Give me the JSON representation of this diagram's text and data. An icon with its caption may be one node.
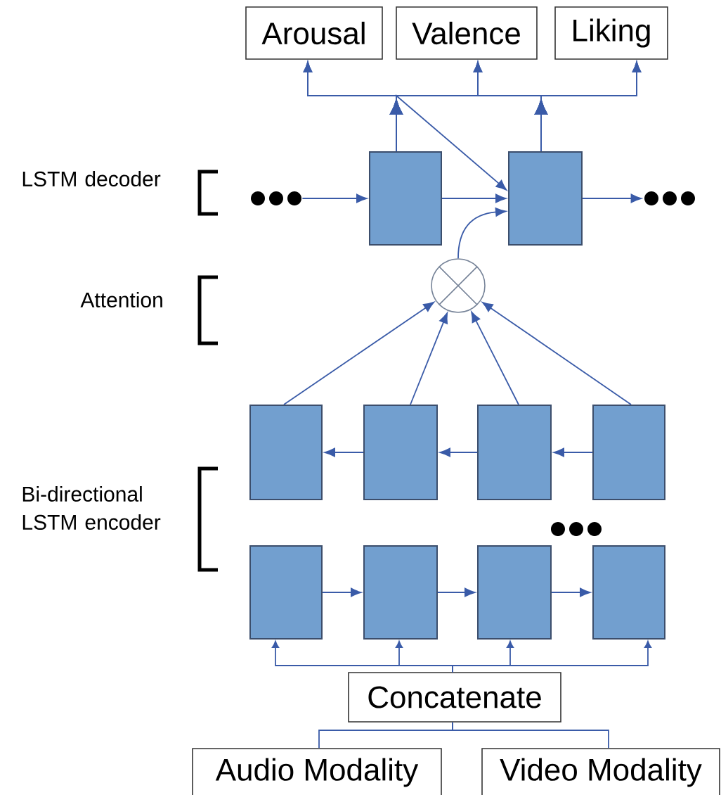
{
  "diagram": {
    "nodes": [
      {
        "text": [
          "Arousal"
        ]
      },
      {
        "text": [
          "Valence"
        ]
      },
      {
        "text": [
          "Liking"
        ]
      },
      {
        "text": [],
        "shape": "dots"
      },
      {
        "text": [],
        "shape": "box"
      },
      {
        "text": [],
        "shape": "box"
      },
      {
        "text": [],
        "shape": "dots"
      },
      {
        "text": [],
        "shape": "circle"
      },
      {
        "text": [],
        "shape": "box"
      },
      {
        "text": [],
        "shape": "box"
      },
      {
        "text": [],
        "shape": "box"
      },
      {
        "text": [],
        "shape": "box"
      },
      {
        "text": [],
        "shape": "box"
      },
      {
        "text": [],
        "shape": "box"
      },
      {
        "text": [],
        "shape": "box"
      },
      {
        "text": [],
        "shape": "box"
      },
      {
        "text": [
          "Concatenate"
        ]
      },
      {
        "text": [
          "Audio Modality"
        ]
      },
      {
        "text": [
          "Video Modality"
        ]
      },
      {
        "text": [],
        "shape": "dots"
      }
    ],
    "edges": [
      {
        "from": 4,
        "to": 0,
        "arrow": "to"
      },
      {
        "from": 4,
        "to": 1,
        "arrow": "to"
      },
      {
        "from": 4,
        "to": 2,
        "arrow": "to"
      },
      {
        "from": 5,
        "to": 0,
        "arrow": "to"
      },
      {
        "from": 5,
        "to": 1,
        "arrow": "to"
      },
      {
        "from": 5,
        "to": 2,
        "arrow": "to"
      },
      {
        "from": 3,
        "to": 4,
        "arrow": "to"
      },
      {
        "from": 4,
        "to": 5,
        "arrow": "to"
      },
      {
        "from": 4,
        "to": 5,
        "arrow": "to"
      },
      {
        "from": 5,
        "to": 6,
        "arrow": "to"
      },
      {
        "from": 7,
        "to": 5,
        "arrow": "to"
      },
      {
        "from": 8,
        "to": 7,
        "arrow": "to"
      },
      {
        "from": 9,
        "to": 7,
        "arrow": "to"
      },
      {
        "from": 10,
        "to": 7,
        "arrow": "to"
      },
      {
        "from": 11,
        "to": 7,
        "arrow": "to"
      },
      {
        "from": 11,
        "to": 10,
        "arrow": "to"
      },
      {
        "from": 10,
        "to": 9,
        "arrow": "to"
      },
      {
        "from": 9,
        "to": 8,
        "arrow": "to"
      },
      {
        "from": 12,
        "to": 13,
        "arrow": "to"
      },
      {
        "from": 13,
        "to": 14,
        "arrow": "to"
      },
      {
        "from": 14,
        "to": 15,
        "arrow": "to"
      },
      {
        "from": 16,
        "to": 12,
        "arrow": "to"
      },
      {
        "from": 16,
        "to": 13,
        "arrow": "to"
      },
      {
        "from": 16,
        "to": 14,
        "arrow": "to"
      },
      {
        "from": 16,
        "to": 15,
        "arrow": "to"
      },
      {
        "from": 17,
        "to": 16,
        "arrow": "none"
      },
      {
        "from": 18,
        "to": 16,
        "arrow": "none"
      }
    ],
    "labels": [
      "LSTM decoder",
      "Attention",
      "Bi-directional LSTM encoder"
    ]
  }
}
